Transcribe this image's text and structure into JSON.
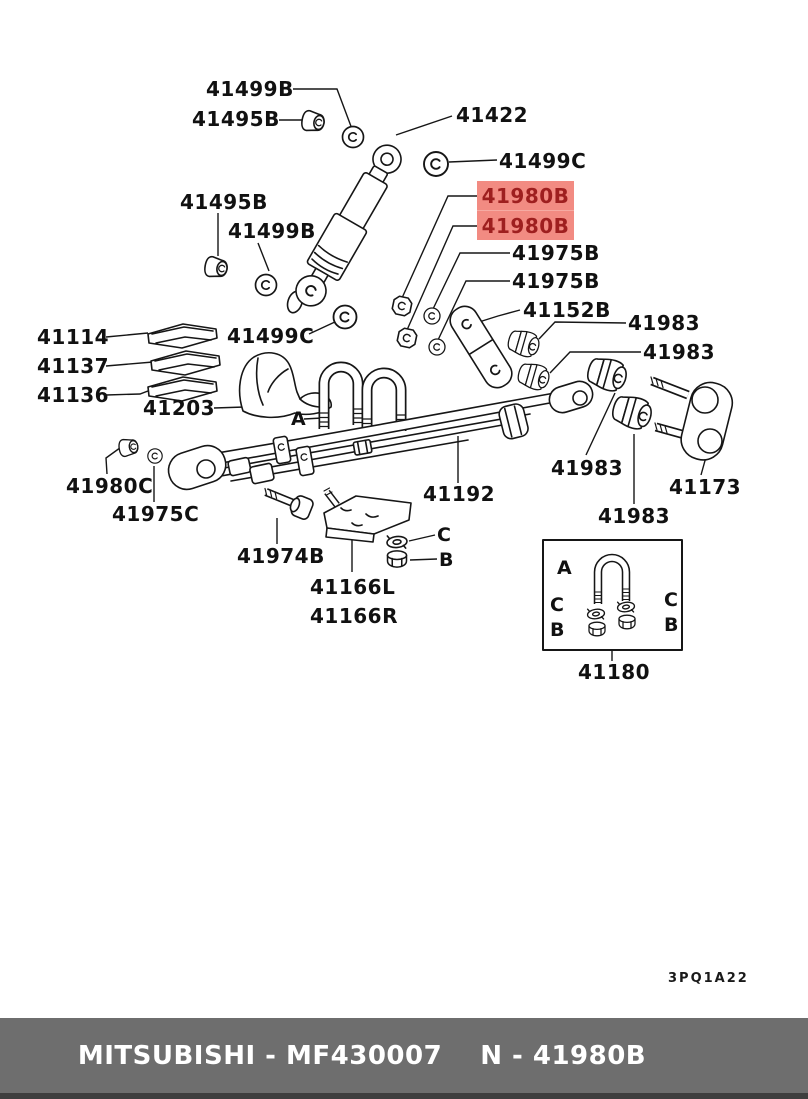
{
  "colors": {
    "highlight_bg": "#f28b82",
    "highlight_text": "#9e1f1f",
    "footer_bg": "#6e6e6e",
    "footer_text": "#ffffff",
    "line": "#161616"
  },
  "footer": {
    "left": "MITSUBISHI - MF430007",
    "right": "N - 41980B"
  },
  "diagram_code": "3PQ1A22",
  "labels": {
    "l41499b_1": "41499B",
    "l41495b_1": "41495B",
    "l41422": "41422",
    "l41499c_1": "41499C",
    "l41980b_1": "41980B",
    "l41980b_2": "41980B",
    "l41975b_1": "41975B",
    "l41975b_2": "41975B",
    "l41152b": "41152B",
    "l41983_1": "41983",
    "l41983_2": "41983",
    "l41495b_2": "41495B",
    "l41499b_2": "41499B",
    "l41114": "41114",
    "l41137": "41137",
    "l41136": "41136",
    "l41203": "41203",
    "l41499c_2": "41499C",
    "l41980c": "41980C",
    "l41975c": "41975C",
    "l41974b": "41974B",
    "l41166l": "41166L",
    "l41166r": "41166R",
    "l41192": "41192",
    "l41983_3": "41983",
    "l41983_4": "41983",
    "l41173": "41173",
    "l41180": "41180"
  },
  "markers": {
    "a_main": "A",
    "c_seat": "C",
    "b_seat": "B",
    "a_inset": "A",
    "c_inset_left": "C",
    "c_inset_right": "C",
    "b_inset_left": "B",
    "b_inset_right": "B"
  }
}
